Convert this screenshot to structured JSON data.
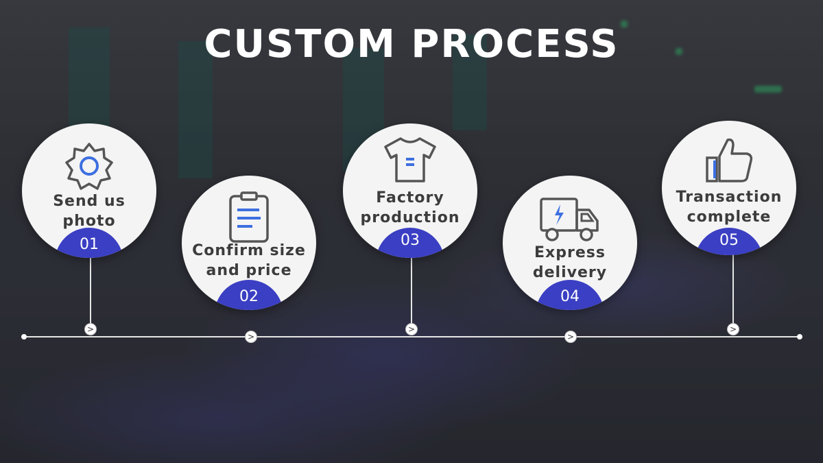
{
  "title": "CUSTOM PROCESS",
  "colors": {
    "accent": "#3b3fc3",
    "circle": "#f4f4f4",
    "text": "#3c3c3c",
    "icon": "#555555",
    "icon_accent": "#3d6fe0"
  },
  "arrow_glyph": ">",
  "steps": [
    {
      "number": "01",
      "line1": "Send us",
      "line2": "photo",
      "icon": "gear-icon"
    },
    {
      "number": "02",
      "line1": "Confirm size",
      "line2": "and price",
      "icon": "clipboard-icon"
    },
    {
      "number": "03",
      "line1": "Factory",
      "line2": "production",
      "icon": "tshirt-icon"
    },
    {
      "number": "04",
      "line1": "Express",
      "line2": "delivery",
      "icon": "truck-icon"
    },
    {
      "number": "05",
      "line1": "Transaction",
      "line2": "complete",
      "icon": "thumbs-up-icon"
    }
  ]
}
